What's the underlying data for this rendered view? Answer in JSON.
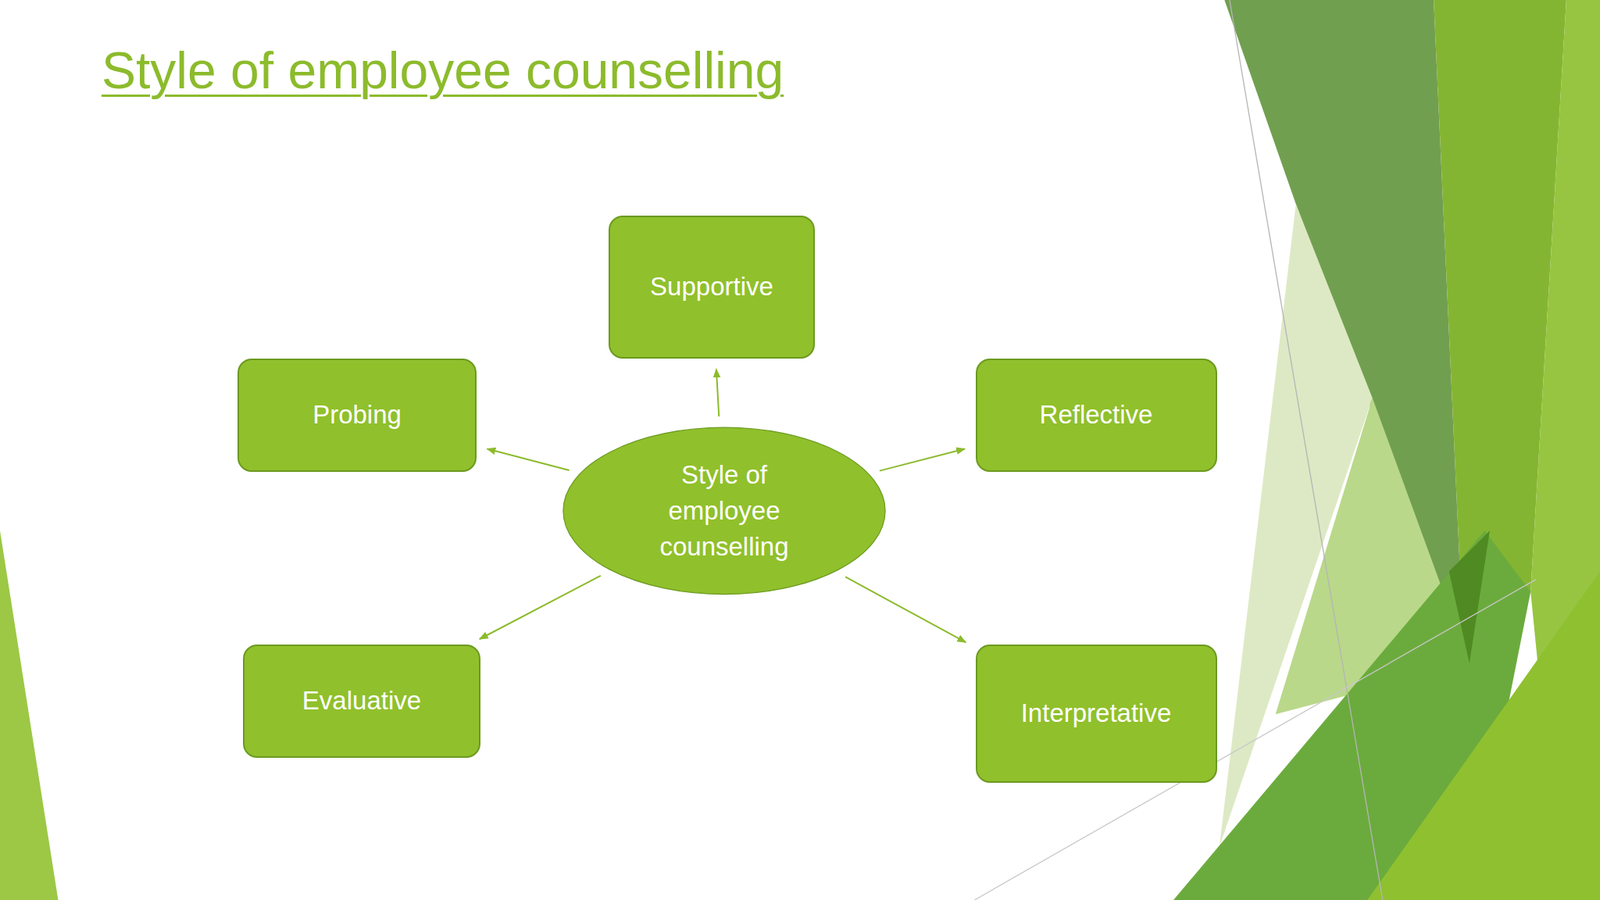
{
  "diagram": {
    "title": "Style of employee counselling",
    "nodes": [
      {
        "text": [
          "Supportive"
        ]
      },
      {
        "text": [
          "Probing"
        ]
      },
      {
        "text": [
          "Reflective"
        ]
      },
      {
        "text": [
          "Style of employee counselling"
        ]
      },
      {
        "text": [
          "Evaluative"
        ]
      },
      {
        "text": [
          "Interpretative"
        ]
      }
    ],
    "edges": [
      {
        "from": 3,
        "to": 0,
        "arrow": "to"
      },
      {
        "from": 3,
        "to": 1,
        "arrow": "to"
      },
      {
        "from": 3,
        "to": 2,
        "arrow": "to"
      },
      {
        "from": 3,
        "to": 4,
        "arrow": "to"
      },
      {
        "from": 3,
        "to": 5,
        "arrow": "to"
      }
    ]
  }
}
